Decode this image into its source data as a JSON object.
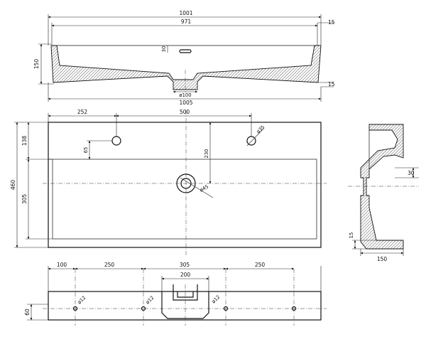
{
  "top_view": {
    "overall_width": "1001",
    "inner_width": "971",
    "rim_offset": "15",
    "height": "150",
    "slot_offset": "30",
    "bottom_offset": "15",
    "drain_diameter": "ø100",
    "base_width": "1005"
  },
  "front_view": {
    "height": "460",
    "upper_height": "138",
    "lower_height": "305",
    "left_offset": "252",
    "hole_spacing": "500",
    "hole_drop": "65",
    "drain_depth": "230",
    "tap_hole_diameter": "ø35",
    "drain_hole_diameter": "ø45"
  },
  "side_view": {
    "depth": "150",
    "drain_height": "30",
    "bottom_height": "15"
  },
  "bottom_view": {
    "edge_offset": "100",
    "bracket_spacing_left": "250",
    "center_spacing": "305",
    "bracket_spacing_right": "250",
    "drain_width": "200",
    "height": "60",
    "mount_hole_diameter_1": "ø12",
    "mount_hole_diameter_2": "ø12",
    "mount_hole_diameter_3": "ø12"
  }
}
